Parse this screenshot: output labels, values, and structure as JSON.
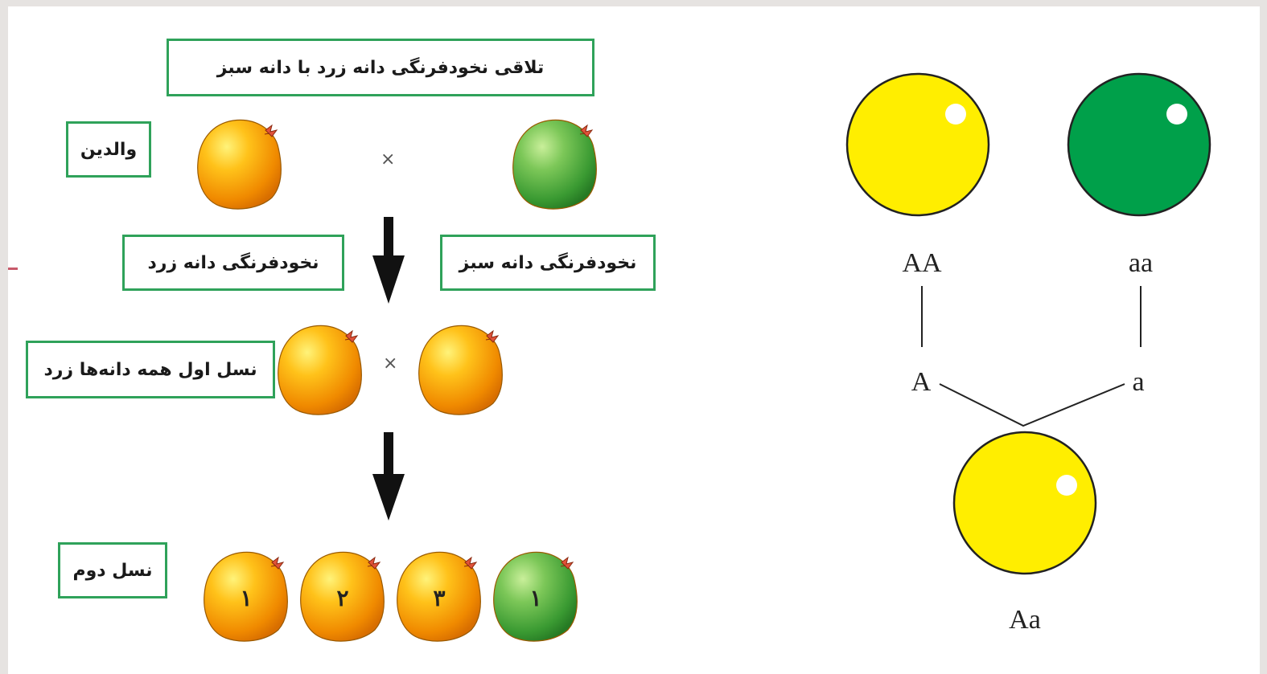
{
  "cross": {
    "title": "تلاقی نخودفرنگی دانه زرد با دانه سبز",
    "parents_label": "والدین",
    "cross_symbol": "×",
    "yellow_pea_label": "نخودفرنگی دانه زرد",
    "green_pea_label": "نخودفرنگی دانه سبز",
    "f1_label": "نسل اول همه دانه‌ها زرد",
    "f2_label": "نسل دوم",
    "f2_ratio": [
      "۱",
      "۲",
      "۳",
      "۱"
    ]
  },
  "genotypes": {
    "dominant_parent": "AA",
    "recessive_parent": "aa",
    "dominant_gamete": "A",
    "recessive_gamete": "a",
    "offspring": "Aa"
  },
  "colors": {
    "frame_green": "#2fa25a",
    "yellow_seed": "#ffee00",
    "green_seed": "#00a04a",
    "orange_pea": "#f59a00",
    "green_pea": "#4aa83a"
  }
}
